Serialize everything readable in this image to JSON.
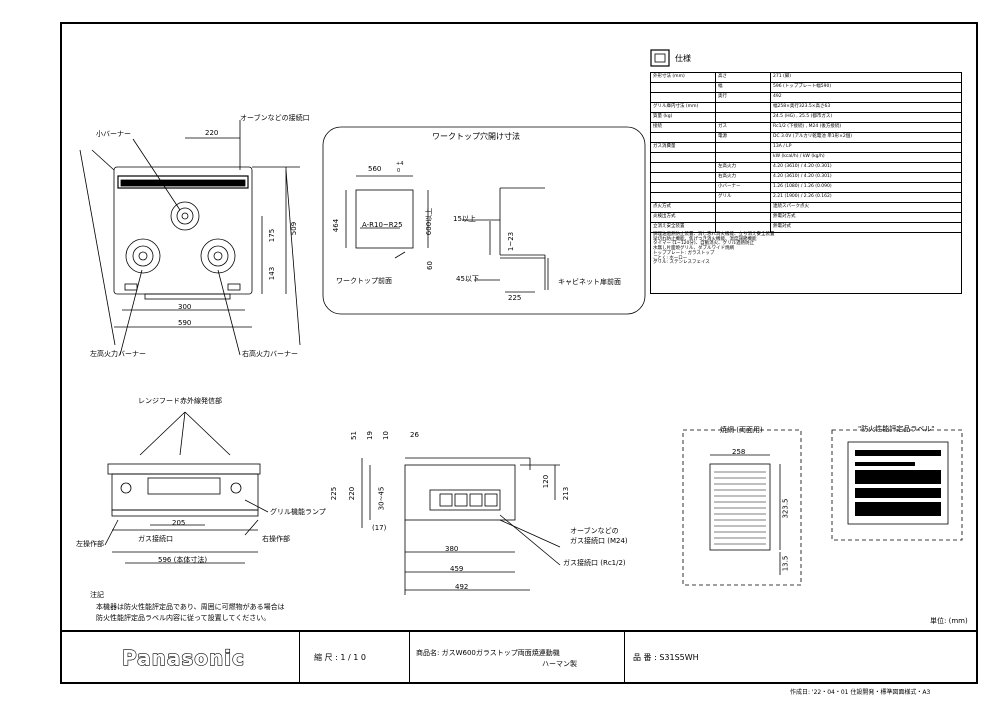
{
  "labels": {
    "oven_port_top": "オーブンなどの接続口",
    "small_burner": "小バーナー",
    "left_burner": "左高火力バーナー",
    "right_burner": "右高火力バーナー",
    "rangehood": "レンジフード赤外線発信部",
    "grill_lamp": "グリル機能ランプ",
    "left_ops": "左操作部",
    "gas_port": "ガス接続口",
    "right_ops": "右操作部",
    "main_size_note": "596 (本体寸法)",
    "oven_port_side": "オーブンなどの",
    "oven_port_side2": "ガス接続口 (M24)",
    "gas_port_side": "ガス接続口 (Rc1/2)",
    "worktop_title": "ワークトップ穴開け寸法",
    "worktop_front": "ワークトップ前面",
    "cabinet_front": "キャビネット扉前面",
    "dim_560": "560",
    "dim_560_tol": "+4",
    "dim_560_tol2": "0",
    "dim_464": "464",
    "dim_r": "A-R10~R25",
    "dim_600": "600以上",
    "dim_15": "15以上",
    "dim_45": "45以下",
    "dim_60": "60",
    "dim_1_23": "1~23",
    "dim_225": "225",
    "grill_title": "焼網 (両面用)",
    "label_title": "\"防火性能評定品ラベル\"",
    "unit": "単位: (mm)",
    "note_title": "注記",
    "note_line1": "本機器は防火性能評定品であり、周囲に可燃物がある場合は",
    "note_line2": "防火性能評定品ラベル内容に従って設置してください。",
    "spec_title": "仕様"
  },
  "dims": {
    "d220": "220",
    "d300": "300",
    "d590": "590",
    "d175": "175",
    "d143": "143",
    "d509": "509",
    "d205": "205",
    "d596": "596",
    "d51": "51",
    "d19": "19",
    "d10": "10",
    "d26": "26",
    "d225": "225",
    "d220b": "220",
    "d30_45": "30~45",
    "d120": "120",
    "d213": "213",
    "d17": "(17)",
    "d380": "380",
    "d459": "459",
    "d492": "492",
    "d258": "258",
    "d323": "323.5",
    "d13": "13.5"
  },
  "spec_rows": [
    [
      "外形寸法 (mm)",
      "高さ",
      "271 (脚)"
    ],
    [
      "",
      "幅",
      "596 (トッププレート幅590)"
    ],
    [
      "",
      "奥行",
      "492"
    ],
    [
      "グリル庫内寸法 (mm)",
      "",
      "幅258×奥行323.5×高さ63"
    ],
    [
      "質量 (kg)",
      "",
      "24.5 (HG) , 25.5 (都市ガス)"
    ],
    [
      "接続",
      "ガス",
      "Rc1/2 (下接続) , M24 (後方接続)"
    ],
    [
      "",
      "電源",
      "DC 3.0V (アルカリ乾電池 単1形×2個)"
    ],
    [
      "ガス消費量",
      "",
      "13A / LP"
    ],
    [
      "",
      "",
      "kW (kcal/h) / kW (kg/h)"
    ],
    [
      "",
      "左高火力",
      "4.20 (3610) / 4.20 (0.301)"
    ],
    [
      "",
      "右高火力",
      "4.20 (3610) / 4.20 (0.301)"
    ],
    [
      "",
      "小バーナー",
      "1.26 (1080) / 1.26 (0.090)"
    ],
    [
      "",
      "グリル",
      "2.21 (1900) / 2.26 (0.162)"
    ],
    [
      "点火方式",
      "",
      "連続スパーク点火"
    ],
    [
      "炎検出方式",
      "",
      "熱電対方式"
    ],
    [
      "立消え安全装置",
      "",
      "熱電対式"
    ]
  ],
  "spec_notes": [
    "調理油過熱防止装置、消し忘れ消火機能、立ち消え安全装置",
    "早切れ防止機能、焦げつき消火機能、温度調節機能",
    "タイマー (1~120分)、自動消火、グリル過熱防止",
    "水無し片面焼グリル、ダブルワイド焼網",
    "トッププレート: ガラストップ",
    "ごとく: ホーロー",
    "グリル: ステンレスフェイス"
  ],
  "titlebar": {
    "brand": "Panasonic",
    "scale": "縮 尺 : 1 / 1 0",
    "product": "商品名: ガスW600ガラストップ両面焼連動機",
    "maker": "ハーマン製",
    "model": "品 番 : S31S5WH"
  },
  "footer": "作成日: '22・04・01   住設開発・標準図面様式・A3",
  "colors": {
    "line": "#000000",
    "paper": "#ffffff"
  }
}
